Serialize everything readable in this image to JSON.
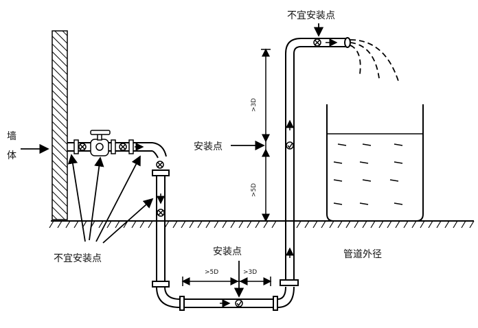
{
  "labels": {
    "wall": [
      "墙",
      "体"
    ],
    "not_suitable_top": "不宜安装点",
    "not_suitable_bottom": "不宜安装点",
    "install_side": "安装点",
    "install_bottom": "安装点",
    "pipe_diameter": "管道外径"
  },
  "dims": {
    "vertical_upper": ">3D",
    "vertical_lower": ">5D",
    "horizontal_left": ">5D",
    "horizontal_right": ">3D"
  },
  "colors": {
    "line": "#000000",
    "background": "#ffffff"
  },
  "icons": [
    "valve-icon",
    "meter-suitable-icon",
    "meter-unsuitable-icon",
    "flow-arrow-icon"
  ]
}
